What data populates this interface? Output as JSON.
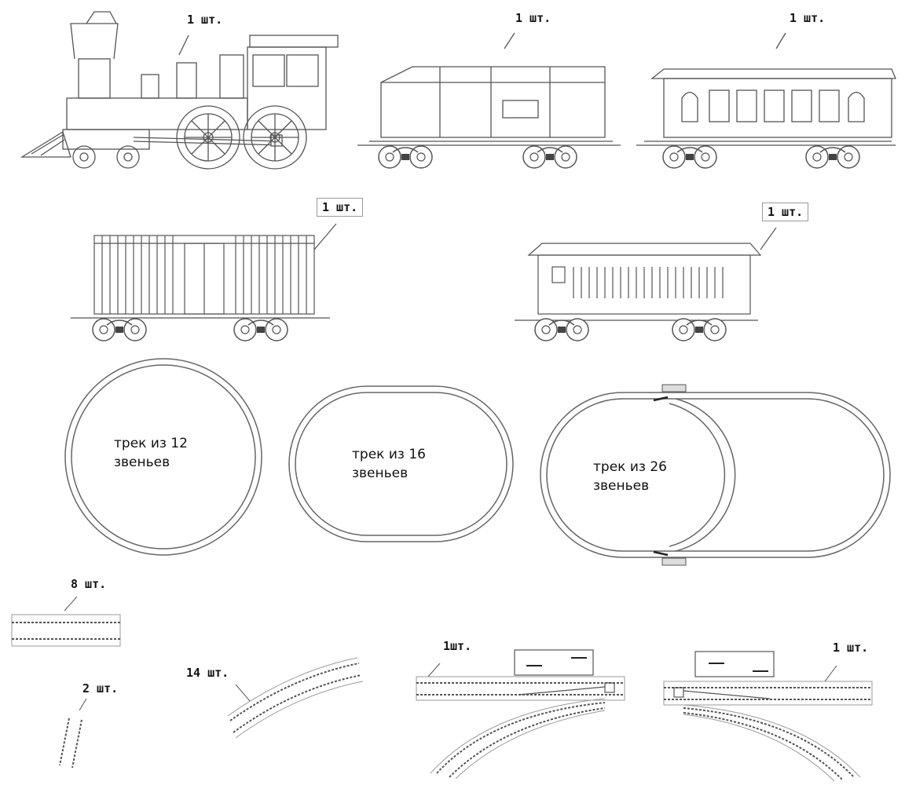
{
  "labels": {
    "locomotive_qty": "1 шт.",
    "tender_qty": "1 шт.",
    "passenger_car_qty": "1 шт.",
    "boxcar_qty": "1 шт.",
    "coach_car_qty": "1 шт.",
    "straight_rail_qty": "8 шт.",
    "short_rail_qty": "2 шт.",
    "curved_rail_qty": "14 шт.",
    "switch_left_qty": "1шт.",
    "switch_right_qty": "1 шт."
  },
  "layouts": {
    "track12_line1": "трек из 12",
    "track12_line2": "звеньев",
    "track16_line1": "трек из 16",
    "track16_line2": "звеньев",
    "track26_line1": "трек из 26",
    "track26_line2": "звеньев"
  },
  "colors": {
    "line": "#555555",
    "rail": "#666666",
    "light": "#9a9a9a"
  }
}
